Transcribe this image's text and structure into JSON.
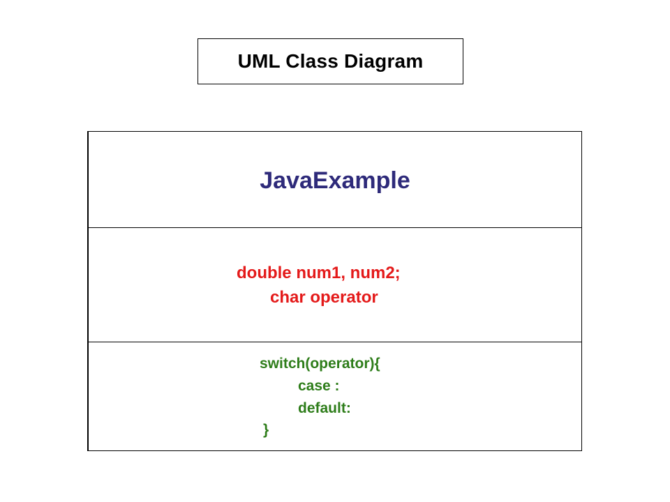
{
  "diagram": {
    "title": "UML Class Diagram",
    "class": {
      "name": "JavaExample",
      "attributes": [
        "double num1, num2;",
        "char operator"
      ],
      "operations": [
        "switch(operator){",
        "case :",
        "default:",
        "}"
      ]
    }
  },
  "colors": {
    "class_name": "#2e2a7a",
    "attributes": "#e41a1a",
    "operations": "#2e7d1a",
    "border": "#000000",
    "background": "#ffffff"
  }
}
